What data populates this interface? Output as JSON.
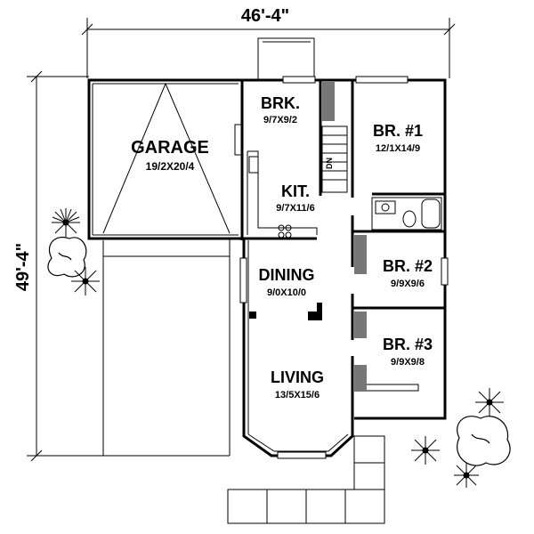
{
  "dimensions": {
    "overall_width": "46'-4\"",
    "overall_depth": "49'-4\""
  },
  "rooms": {
    "garage": {
      "name": "GARAGE",
      "size": "19/2X20/4"
    },
    "breakfast": {
      "name": "BRK.",
      "size": "9/7X9/2"
    },
    "kitchen": {
      "name": "KIT.",
      "size": "9/7X11/6"
    },
    "bedroom1": {
      "name": "BR. #1",
      "size": "12/1X14/9"
    },
    "bedroom2": {
      "name": "BR. #2",
      "size": "9/9X9/6"
    },
    "bedroom3": {
      "name": "BR. #3",
      "size": "9/9X9/8"
    },
    "dining": {
      "name": "DINING",
      "size": "9/0X10/0"
    },
    "living": {
      "name": "LIVING",
      "size": "13/5X15/6"
    }
  },
  "stair_label": "DN"
}
